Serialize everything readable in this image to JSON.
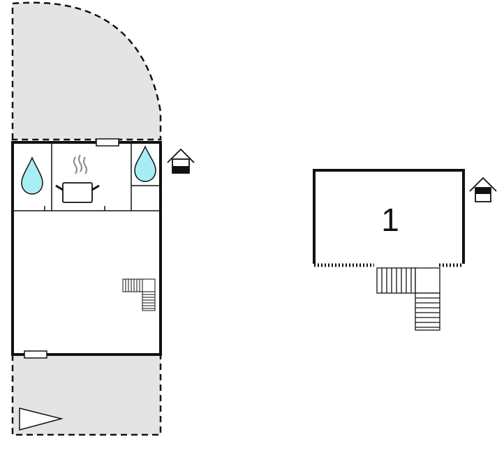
{
  "floors": [
    {
      "rooms": [
        {
          "type": "bathroom",
          "icon": "water-drop-icon"
        },
        {
          "type": "kitchen",
          "icon": "cooking-pot-icon"
        },
        {
          "type": "bathroom",
          "icon": "water-drop-icon"
        },
        {
          "type": "utility",
          "icon": null
        },
        {
          "type": "living-room",
          "icon": "staircase-icon"
        }
      ],
      "level_indicator_icon": "house-floor-ground-icon",
      "outdoor": [
        "terrace-top",
        "terrace-bottom"
      ],
      "direction_icon": "triangle-pointer-icon"
    },
    {
      "label": "1",
      "level_indicator_icon": "house-floor-upper-icon",
      "stair_icon": "staircase-icon"
    }
  ],
  "colors": {
    "wall": "#111111",
    "terrace_fill": "#e4e4e4",
    "water": "#a6eef4",
    "steam": "#888888",
    "background": "#ffffff"
  }
}
